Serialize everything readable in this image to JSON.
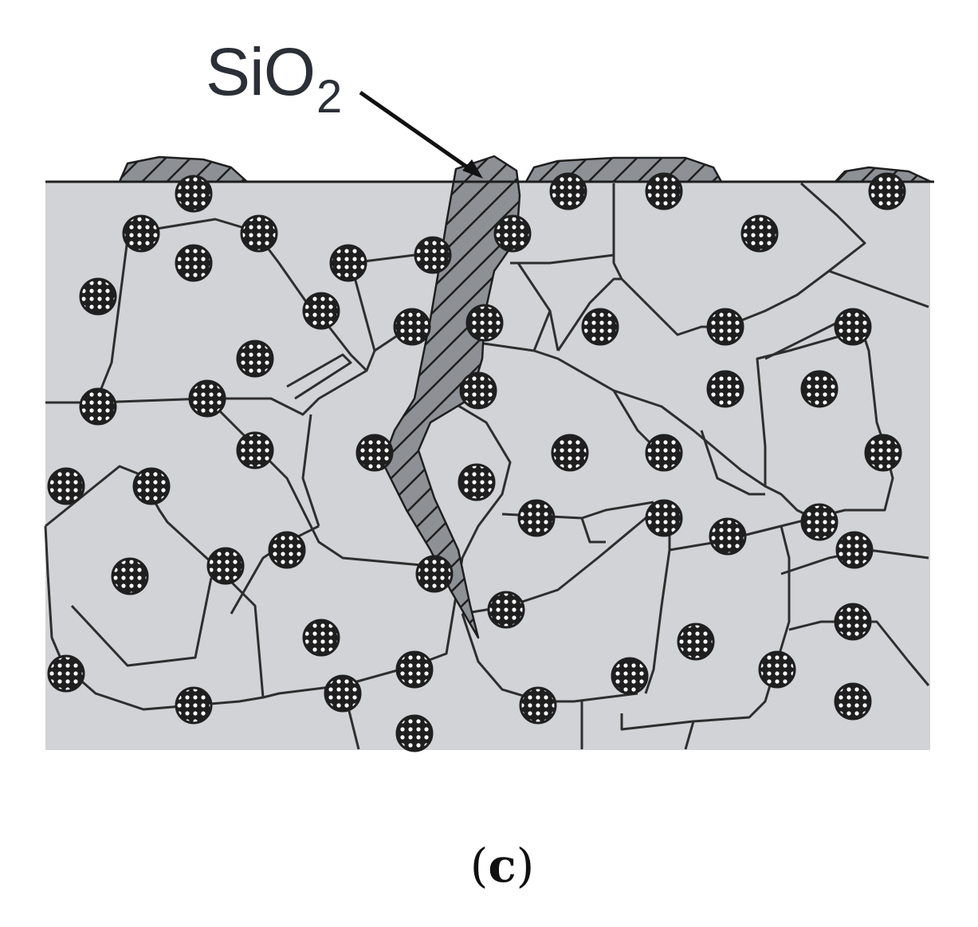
{
  "label": {
    "base": "SiO",
    "sub": "2"
  },
  "caption": {
    "open": "(",
    "letter": "c",
    "close": ")"
  },
  "colors": {
    "matrix": "#d1d3d6",
    "boundary": "#2e2e2e",
    "oxide": "#8d9196",
    "particle": "#1f1f1f",
    "background": "#ffffff"
  }
}
